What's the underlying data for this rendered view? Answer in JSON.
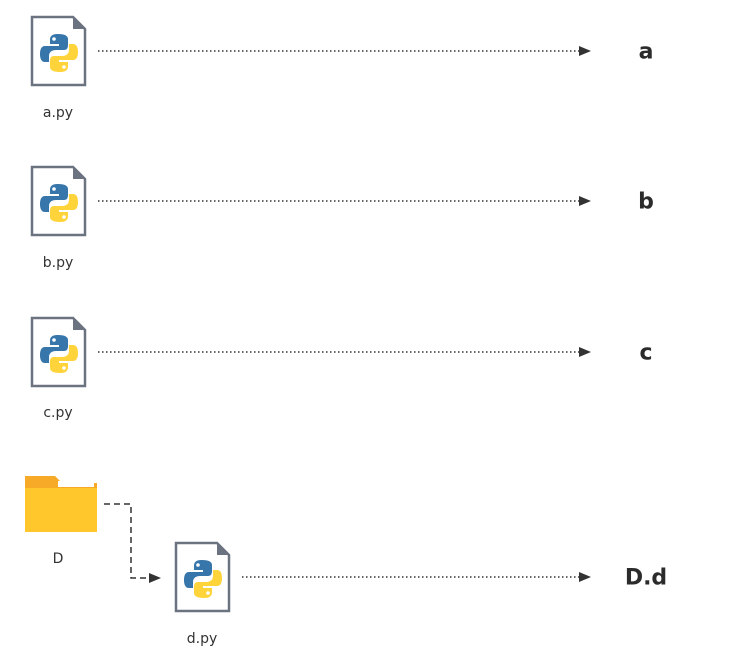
{
  "files": [
    {
      "name": "a.py",
      "module": "a"
    },
    {
      "name": "b.py",
      "module": "b"
    },
    {
      "name": "c.py",
      "module": "c"
    },
    {
      "name": "d.py",
      "module": "D.d"
    }
  ],
  "folder": {
    "name": "D"
  },
  "colors": {
    "file_border": "#6b7280",
    "file_fold": "#6b7280",
    "python_blue": "#3776ab",
    "python_yellow": "#ffd43b",
    "folder_back": "#f7a928",
    "folder_front": "#ffc72c",
    "arrow": "#333333"
  }
}
